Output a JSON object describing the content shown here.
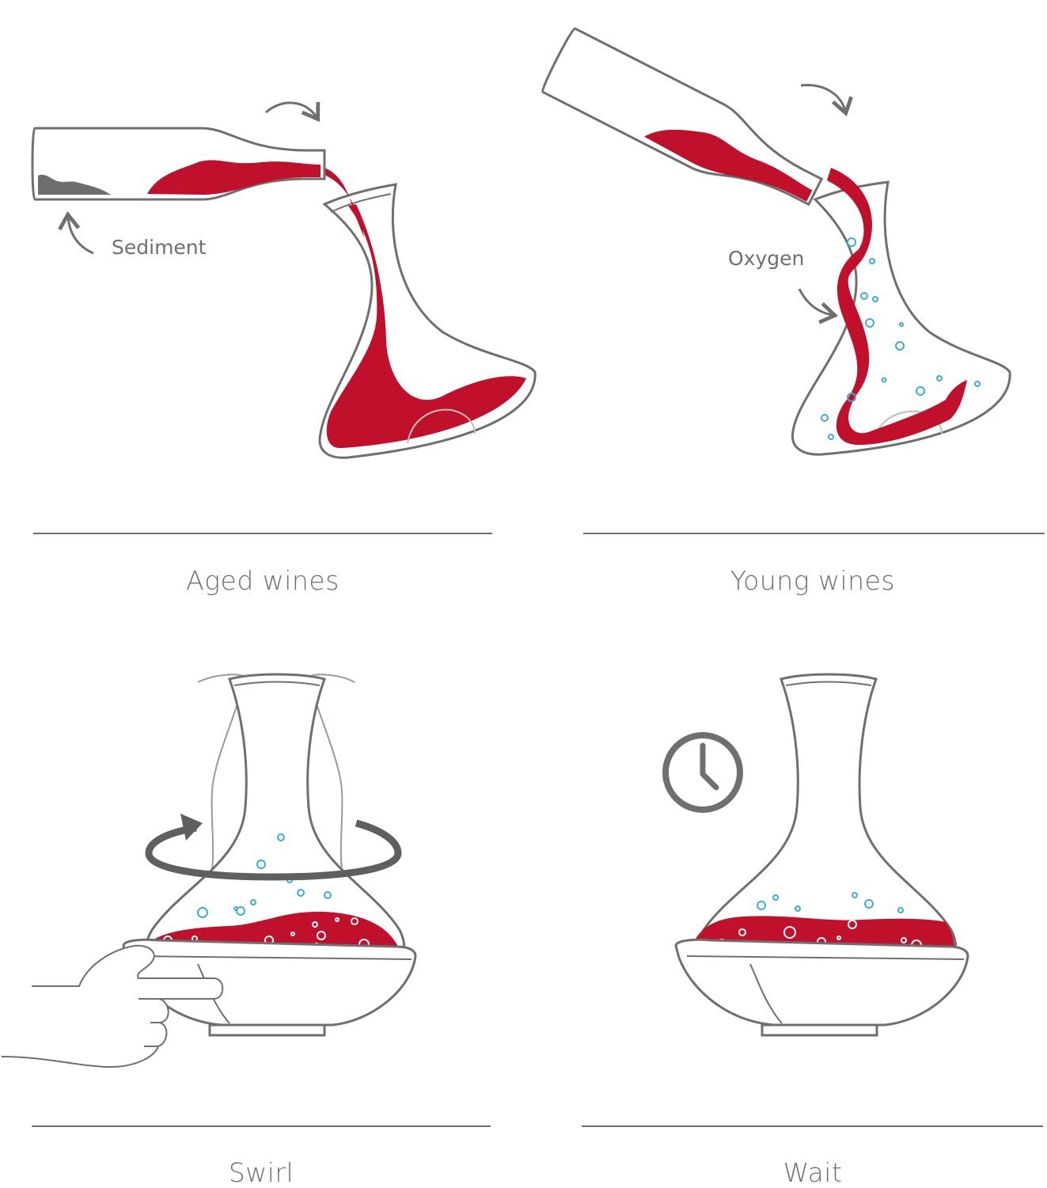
{
  "panels": [
    {
      "title": "Aged wines",
      "label": "Sediment"
    },
    {
      "title": "Young wines",
      "label": "Oxygen"
    },
    {
      "title": "Swirl"
    },
    {
      "title": "Wait"
    }
  ],
  "colors": {
    "wine": "#c0102b",
    "outline": "#6f6f6f",
    "bubble": "#3aaed8",
    "sediment": "#6e6e6e"
  },
  "icons": [
    "bottle-icon",
    "decanter-icon",
    "arrow-icon",
    "rotate-icon",
    "hand-icon",
    "clock-icon"
  ]
}
